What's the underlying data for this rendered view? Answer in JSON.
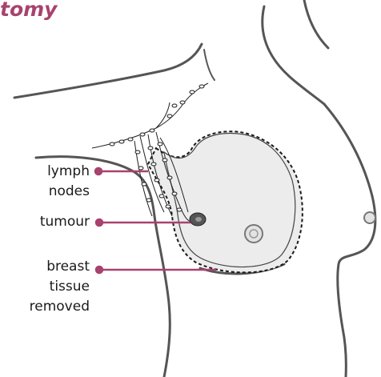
{
  "title": "tomy",
  "labels": {
    "lymph_line1": "lymph",
    "lymph_line2": "nodes",
    "tumour": "tumour",
    "breast_line1": "breast",
    "breast_line2": "tissue",
    "breast_line3": "removed"
  },
  "colors": {
    "accent": "#a8426f",
    "outline": "#555555",
    "tissue": "#ececec",
    "text": "#1a1a1a"
  }
}
